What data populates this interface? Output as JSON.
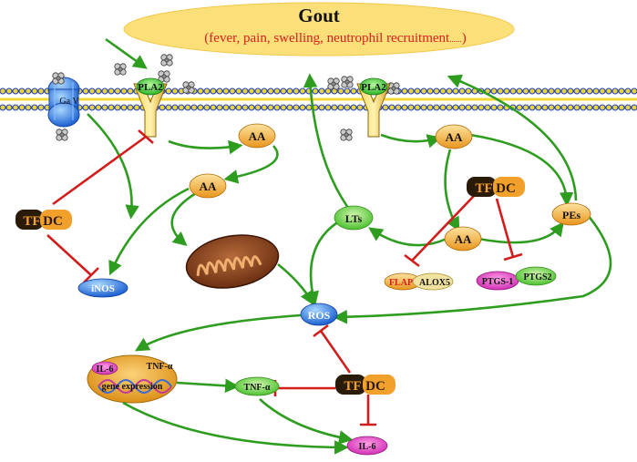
{
  "header": {
    "title": "Gout",
    "subtitle_open": "(",
    "subtitle_text": "fever, pain, swelling, neutrophil recruitment",
    "subtitle_dots": "......",
    "subtitle_close": ")"
  },
  "nodes": {
    "pla2_left": "PLA2",
    "pla2_right": "PLA2",
    "ga_v": "Ga V",
    "aa_top_left": "AA",
    "aa_mid_left": "AA",
    "aa_top_right": "AA",
    "aa_mid_right": "AA",
    "tfdc_left_a": "TF",
    "tfdc_left_b": "DC",
    "tfdc_right_a": "TF",
    "tfdc_right_b": "DC",
    "tfdc_bottom_a": "TF",
    "tfdc_bottom_b": "DC",
    "inos": "iNOS",
    "lts": "LTs",
    "pes": "PEs",
    "flap": "FLAP",
    "alox5": "ALOX5",
    "ptgs1": "PTGS-1",
    "ptgs2": "PTGS2",
    "ros": "ROS",
    "il6_nucleus": "IL-6",
    "tnf_nucleus": "TNF-α",
    "gene_expression": "gene expression",
    "tnf_alpha": "TNF-α",
    "il6_bottom": "IL-6"
  },
  "colors": {
    "activation": "#2e9d1f",
    "inhibition": "#d21d1d",
    "header_fill": "#fbe07a",
    "aa_fill": "#f6b640",
    "tfdc_dark": "#2a1a08",
    "tfdc_orange": "#f2a02c"
  },
  "icons": {
    "particle": "crystal-particle-icon",
    "receptor": "y-receptor-icon",
    "channel": "ion-channel-icon",
    "mitochondrion": "mitochondrion-icon",
    "nucleus": "nucleus-icon"
  }
}
